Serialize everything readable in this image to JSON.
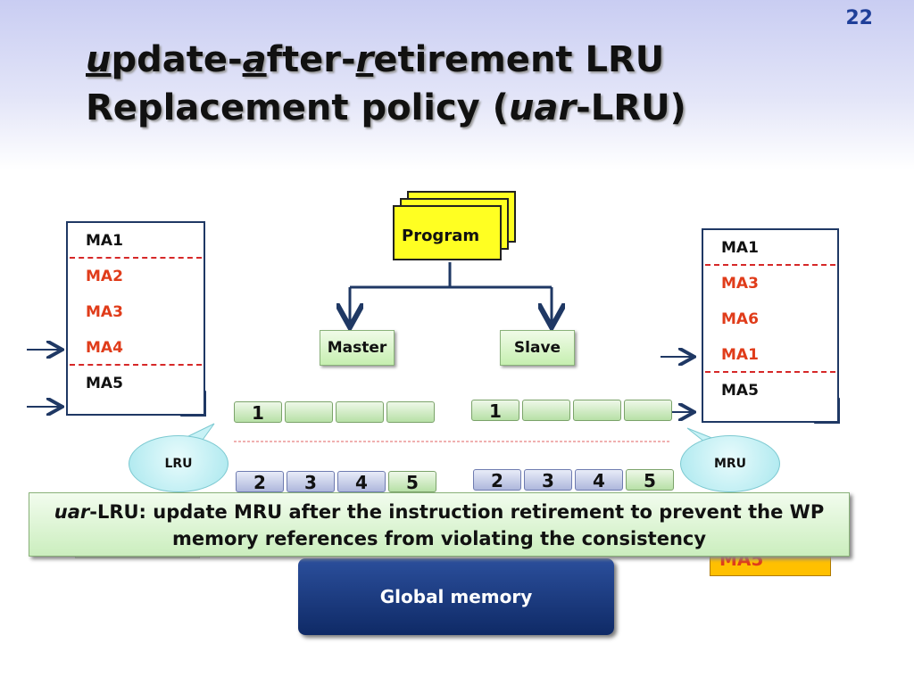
{
  "slide_number": "22",
  "title": {
    "line1": {
      "u": "u",
      "part1": "pdate-",
      "a": "a",
      "part2": "fter-",
      "r": "r",
      "part3": "etirement LRU"
    },
    "line2": {
      "prefix": "Replacement policy (",
      "italic": "uar",
      "suffix": "-LRU)"
    }
  },
  "left_list": {
    "items": [
      {
        "label": "MA1",
        "color": "#111111"
      },
      {
        "label": "MA2",
        "color": "#e03c1a"
      },
      {
        "label": "MA3",
        "color": "#e03c1a"
      },
      {
        "label": "MA4",
        "color": "#e03c1a"
      },
      {
        "label": "MA5",
        "color": "#111111"
      }
    ]
  },
  "right_list": {
    "items": [
      {
        "label": "MA1",
        "color": "#111111"
      },
      {
        "label": "MA3",
        "color": "#e03c1a"
      },
      {
        "label": "MA6",
        "color": "#e03c1a"
      },
      {
        "label": "MA1",
        "color": "#e03c1a"
      },
      {
        "label": "MA5",
        "color": "#111111"
      }
    ]
  },
  "program": {
    "label": "Program"
  },
  "master": {
    "label": "Master"
  },
  "slave": {
    "label": "Slave"
  },
  "master_queue": {
    "top": [
      "1",
      "",
      "",
      ""
    ],
    "bottom": [
      "2",
      "3",
      "4",
      "5"
    ]
  },
  "slave_queue": {
    "top": [
      "1",
      "",
      "",
      ""
    ],
    "bottom": [
      "2",
      "3",
      "4",
      "5"
    ]
  },
  "lru_bubble": {
    "label": "LRU"
  },
  "mru_bubble": {
    "label": "MRU"
  },
  "callout": {
    "italic": "uar",
    "line1": "-LRU: update MRU after the instruction retirement to prevent the WP",
    "line2": "memory references from violating the consistency"
  },
  "global_memory": {
    "label": "Global memory"
  },
  "orange_partial": {
    "label": "MA5"
  },
  "colors": {
    "accent_red": "#e03c1a",
    "navy": "#1f3864",
    "program_yellow": "#ffff22"
  }
}
